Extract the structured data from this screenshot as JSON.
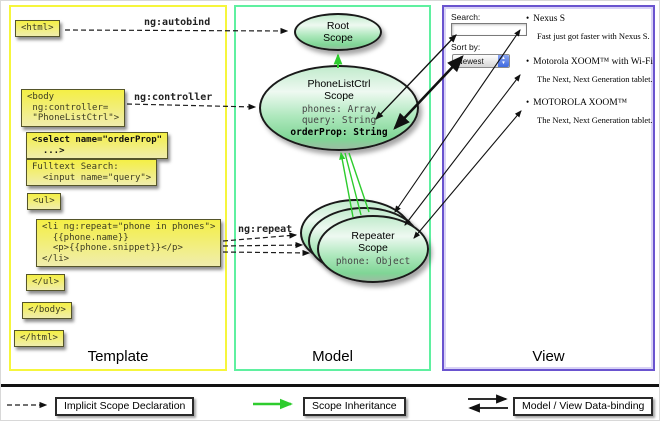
{
  "columns": {
    "template": {
      "label": "Template"
    },
    "model": {
      "label": "Model"
    },
    "view": {
      "label": "View"
    }
  },
  "template": {
    "boxes": {
      "html_open": "<html>",
      "body_open": "<body\n ng:controller=\n \"PhoneListCtrl\">",
      "select": "<select name=\"orderProp\"\n  ...>",
      "fulltext": "Fulltext Search:\n  <input name=\"query\">",
      "ul_open": "<ul>",
      "li_repeat": "<li ng:repeat=\"phone in phones\">\n  {{phone.name}}\n  <p>{{phone.snippet}}</p>\n</li>",
      "ul_close": "</ul>",
      "body_close": "</body>",
      "html_close": "</html>"
    },
    "arrow_labels": {
      "autobind": "ng:autobind",
      "controller": "ng:controller",
      "repeat": "ng:repeat"
    }
  },
  "model": {
    "root_scope": {
      "title": "Root\nScope"
    },
    "phonelist_scope": {
      "title": "PhoneListCtrl\nScope",
      "props": [
        "phones: Array",
        "query: String",
        "orderProp: String"
      ]
    },
    "repeater_scope": {
      "title": "Repeater\nScope",
      "prop": "phone: Object"
    }
  },
  "view": {
    "search_label": "Search:",
    "sort_label": "Sort by:",
    "sort_value": "Newest",
    "bullet": "•",
    "items": [
      {
        "title": "Nexus S",
        "desc": "Fast just got faster with Nexus S."
      },
      {
        "title": "Motorola XOOM™ with Wi-Fi",
        "desc": "The Next, Next Generation tablet."
      },
      {
        "title": "MOTOROLA XOOM™",
        "desc": "The Next, Next Generation tablet."
      }
    ]
  },
  "legend": {
    "implicit": "Implicit Scope Declaration",
    "inheritance": "Scope Inheritance",
    "databinding": "Model / View Data-binding"
  },
  "colors": {
    "template_border": "#f6f63c",
    "model_border": "#5ff0a0",
    "view_border": "#6a54cf",
    "scope_green": "#2ecc2e",
    "box_yellow_top": "#f4ef45",
    "box_yellow_bottom": "#f0edad",
    "ellipse_green": "#7fd595"
  }
}
